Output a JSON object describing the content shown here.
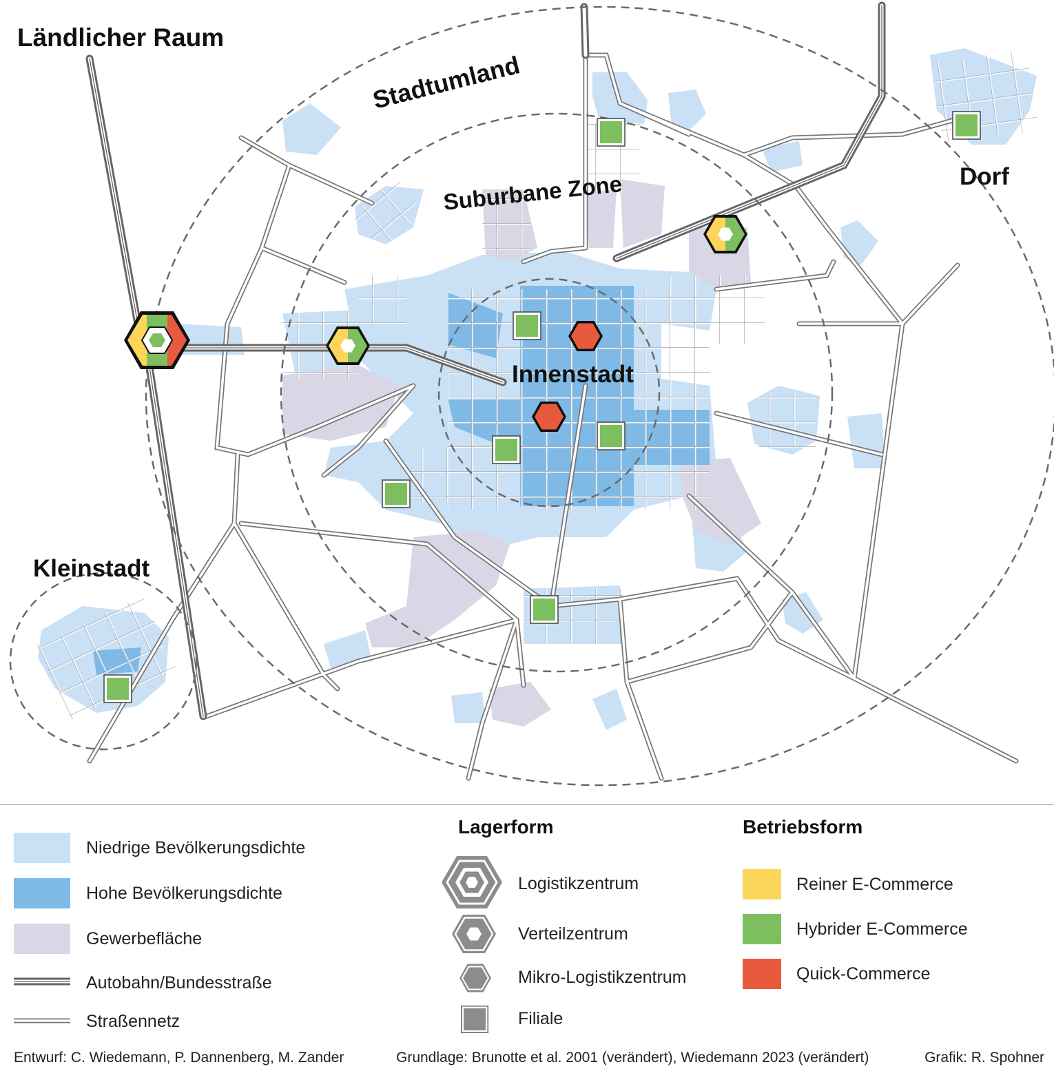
{
  "labels": {
    "rural": "Ländlicher Raum",
    "periurban": "Stadtumland",
    "suburban": "Suburbane Zone",
    "city": "Innenstadt",
    "town": "Kleinstadt",
    "village": "Dorf"
  },
  "legend": {
    "areas": [
      {
        "label": "Niedrige Bevölkerungsdichte",
        "color": "#c9e0f5"
      },
      {
        "label": "Hohe Bevölkerungsdichte",
        "color": "#7fb9e6"
      },
      {
        "label": "Gewerbefläche",
        "color": "#d9d7e6"
      },
      {
        "label": "Autobahn/Bundesstraße"
      },
      {
        "label": "Straßennetz"
      }
    ],
    "storage_title": "Lagerform",
    "storage": [
      {
        "label": "Logistikzentrum",
        "icon": "large-hexagon-icon"
      },
      {
        "label": "Verteilzentrum",
        "icon": "hexagon-icon"
      },
      {
        "label": "Mikro-Logistikzentrum",
        "icon": "small-hexagon-icon"
      },
      {
        "label": "Filiale",
        "icon": "square-icon"
      }
    ],
    "operation_title": "Betriebsform",
    "operation": [
      {
        "label": "Reiner E-Commerce",
        "color": "#fcd65a"
      },
      {
        "label": "Hybrider E-Commerce",
        "color": "#7dbf5f"
      },
      {
        "label": "Quick-Commerce",
        "color": "#e85a3e"
      }
    ]
  },
  "credits": {
    "design": "Entwurf: C. Wiedemann, P. Dannenberg, M. Zander",
    "source": "Grundlage: Brunotte et al. 2001 (verändert), Wiedemann 2023 (verändert)",
    "graphic": "Grafik: R. Spohner"
  }
}
